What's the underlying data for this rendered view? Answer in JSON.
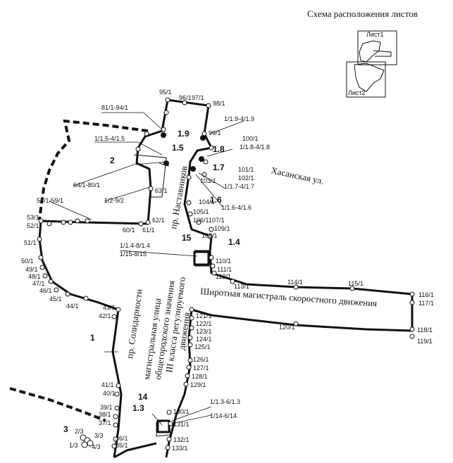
{
  "title": "Схема расположения листов",
  "sheets": [
    "Лист1",
    "Лист2"
  ],
  "streets": {
    "khasanskaya": "Хасанская ул.",
    "nastavnikov": "пр. Наставников",
    "solidarnosti": "пр. Солидарности",
    "magistral_line1": "магистральная улица",
    "magistral_line2": "общегородского значения",
    "magistral_line3": "III класса регулируемого",
    "magistral_line4": "движения",
    "shirotnaya": "Широтная магистраль скоростного движения"
  },
  "zone_labels": [
    "1",
    "1.3",
    "1.4",
    "1.5",
    "1.6",
    "1.7",
    "1.8",
    "1.9",
    "2",
    "3",
    "14",
    "15"
  ],
  "point_labels": {
    "p95": "95/1",
    "p96": "96/1",
    "p97": "97/1",
    "p98": "98/1",
    "r81": "81/1-94/1",
    "r19": "1/1.9-4/1.9",
    "p99": "99/1",
    "p100": "100/1",
    "r15": "1/1.5-4/1.5",
    "r18": "1/1.8-4/1.8",
    "p101": "101/1",
    "p102": "102/1",
    "p103": "103/1",
    "r17": "1/1.7-4/1.7",
    "r64": "64/1-80/1",
    "p63": "63/1",
    "r2": "1/2-9/2",
    "p104": "104/1",
    "r16": "1/1.6-4/1.6",
    "r54": "54/1-59/1",
    "p105": "105/1",
    "p53": "53/1",
    "p62": "62/1",
    "p106": "106/1",
    "p107": "107/1",
    "p52": "52/1",
    "p60": "60/1",
    "p61": "61/1",
    "p109": "109/1",
    "p108": "108/1",
    "p51": "51/1",
    "r14": "1/1.4-8/1.4",
    "r15b": "1/15-8/15",
    "p50": "50/1",
    "p110": "110/1",
    "p49": "49/1",
    "p111": "111/1",
    "p48": "48/1",
    "p112": "112/1",
    "p47": "47/1",
    "p113": "113/1",
    "p114": "114/1",
    "p115": "115/1",
    "p46": "46/1",
    "p45": "45/1",
    "p116": "116/1",
    "p117": "117/1",
    "p44": "44/1",
    "p43": "43/1",
    "p42": "42/1",
    "p121": "121/1",
    "p122": "122/1",
    "p120": "120/1",
    "p123": "123/1",
    "p124": "124/1",
    "p118": "118/1",
    "p125": "125/1",
    "p119": "119/1",
    "p126": "126/1",
    "p127": "127/1",
    "p128": "128/1",
    "p41": "41/1",
    "p129": "129/1",
    "p40": "40/1",
    "r13": "1/1.3-6/1.3",
    "p39": "39/1",
    "p130": "130/1",
    "p38": "38/1",
    "r114": "1/14-6/14",
    "p37": "37/1",
    "p131": "131/1",
    "p23": "2/3",
    "p36": "36/1",
    "p33": "3/3",
    "p132": "132/1",
    "p13": "1/3",
    "p43b": "4/3",
    "p35": "35/1",
    "p133": "133/1"
  }
}
